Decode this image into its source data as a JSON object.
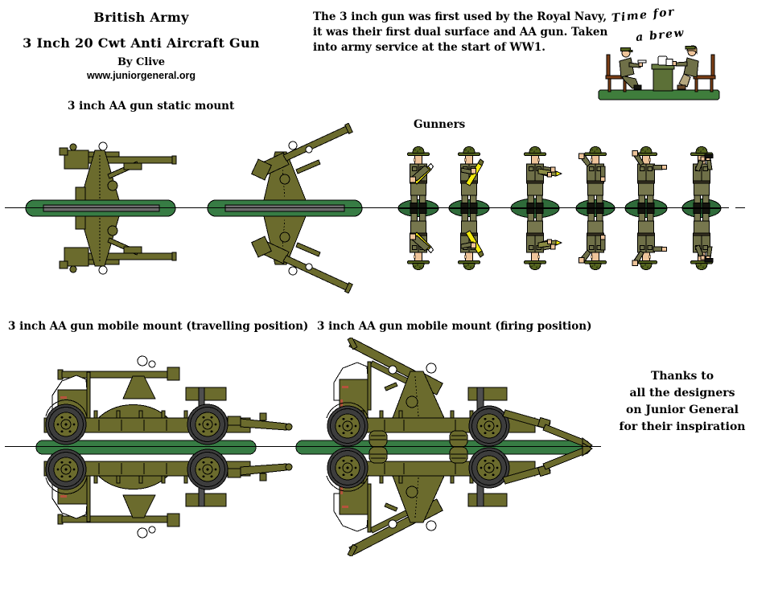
{
  "header": {
    "title": "British Army",
    "subtitle": "3 Inch 20 Cwt Anti Aircraft Gun",
    "byline": "By Clive",
    "website": "www.juniorgeneral.org"
  },
  "intro": {
    "lines": [
      "The 3 inch gun was first used by the Royal Navy,",
      "it was their first dual surface and AA gun. Taken",
      "into army service at the start of WW1."
    ]
  },
  "cartoon": {
    "caption_line1": "Time for",
    "caption_line2": "a brew"
  },
  "labels": {
    "static_mount": "3 inch AA gun static mount",
    "gunners": "Gunners",
    "travelling": "3 inch AA gun mobile mount (travelling position)",
    "firing": "3 inch AA gun mobile mount (firing position)"
  },
  "thanks": {
    "lines": [
      "Thanks to",
      "all the designers",
      "on Junior General",
      "for their inspiration"
    ]
  },
  "figures": {
    "gunner_count": 6,
    "static_gun_count": 2,
    "mobile_mount_count": 2
  },
  "palette": {
    "olive_gun": "#6b6b2d",
    "uniform_khaki": "#6f7048",
    "trouser_khaki": "#77774e",
    "helmet_green": "#55641f",
    "skin": "#eec49a",
    "shell_yellow": "#f2e90c",
    "base_strip_green": "#377c44",
    "figure_base_green": "#2f6b3a",
    "tire_gray": "#3d3d3d",
    "ink": "#000000",
    "paper": "#ffffff"
  }
}
